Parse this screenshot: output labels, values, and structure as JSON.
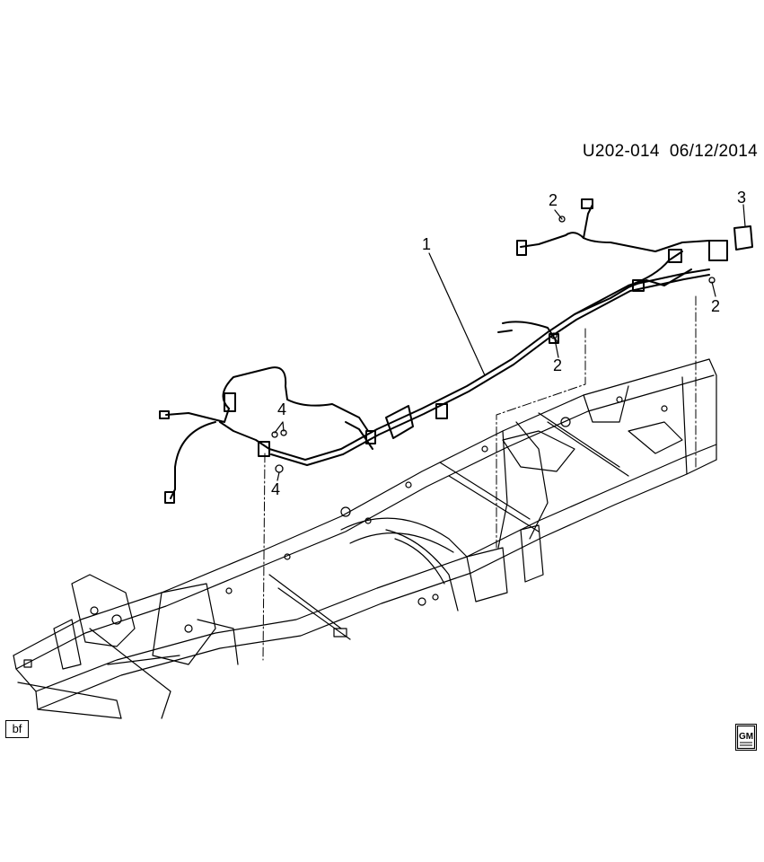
{
  "diagram": {
    "reference_code": "U202-014",
    "date": "06/12/2014",
    "corner_tag": "bf",
    "logo_text": "GM",
    "callouts": [
      "1",
      "2",
      "2",
      "2",
      "3",
      "4",
      "4"
    ]
  }
}
